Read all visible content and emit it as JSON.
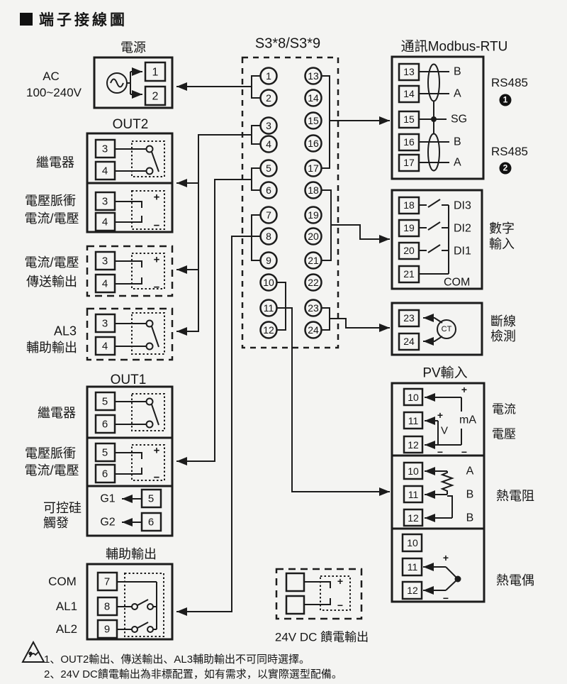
{
  "title": "端子接線圖",
  "power": {
    "label": "電源",
    "line1": "AC",
    "line2": "100~240V",
    "terminals": [
      "1",
      "2"
    ]
  },
  "out2": {
    "label": "OUT2",
    "row1_label": "繼電器",
    "row2_label1": "電壓脈衝",
    "row2_label2": "電流/電壓",
    "relay_terminals": [
      "3",
      "4"
    ],
    "pulse_terminals": [
      "3",
      "4"
    ]
  },
  "transfer": {
    "label1": "電流/電壓",
    "label2": "傳送輸出",
    "terminals": [
      "3",
      "4"
    ]
  },
  "al3": {
    "label1": "AL3",
    "label2": "輔助輸出",
    "terminals": [
      "3",
      "4"
    ]
  },
  "out1": {
    "label": "OUT1",
    "row1_label": "繼電器",
    "row2_label1": "電壓脈衝",
    "row2_label2": "電流/電壓",
    "row3_label1": "可控硅",
    "row3_label2": "觸發",
    "relay_terminals": [
      "5",
      "6"
    ],
    "pulse_terminals": [
      "5",
      "6"
    ],
    "scr": [
      {
        "gate": "G1",
        "terminal": "5"
      },
      {
        "gate": "G2",
        "terminal": "6"
      }
    ]
  },
  "aux": {
    "label": "輔助輸出",
    "rows": [
      {
        "name": "COM",
        "terminal": "7"
      },
      {
        "name": "AL1",
        "terminal": "8"
      },
      {
        "name": "AL2",
        "terminal": "9"
      }
    ]
  },
  "center": {
    "label": "S3*8/S3*9",
    "left": [
      "1",
      "2",
      "3",
      "4",
      "5",
      "6",
      "7",
      "8",
      "9",
      "10",
      "11",
      "12"
    ],
    "right": [
      "13",
      "14",
      "15",
      "16",
      "17",
      "18",
      "19",
      "20",
      "21",
      "22",
      "23",
      "24"
    ]
  },
  "modbus": {
    "label": "通訊Modbus-RTU",
    "terminals": [
      "13",
      "14",
      "15",
      "16",
      "17"
    ],
    "pins": [
      "B",
      "A",
      "SG",
      "B",
      "A"
    ],
    "rs485_label": "RS485",
    "port1": "1",
    "port2": "2"
  },
  "digital": {
    "terminals": [
      "18",
      "19",
      "20",
      "21"
    ],
    "pins": [
      "DI3",
      "DI2",
      "DI1",
      "COM"
    ],
    "label1": "數字",
    "label2": "輸入"
  },
  "linebreak": {
    "terminals": [
      "23",
      "24"
    ],
    "ct_label": "CT",
    "label1": "斷線",
    "label2": "檢測"
  },
  "pv": {
    "label": "PV輸入",
    "s1": {
      "terminals": [
        "10",
        "11",
        "12"
      ],
      "unit_ma": "mA",
      "unit_v": "V",
      "label1": "電流",
      "label2": "電壓"
    },
    "s2": {
      "terminals": [
        "10",
        "11",
        "12"
      ],
      "pins": [
        "A",
        "B",
        "B"
      ],
      "label": "熱電阻"
    },
    "s3": {
      "terminals": [
        "10",
        "11",
        "12"
      ],
      "label": "熱電偶"
    }
  },
  "dc24": {
    "label": "24V DC 饋電輸出"
  },
  "sym": {
    "plus": "+",
    "minus": "−"
  },
  "notes": [
    "1、OUT2輸出、傳送輸出、AL3輔助輸出不可同時選擇。",
    "2、24V DC饋電輸出為非標配置，如有需求，以實際選型配備。"
  ]
}
